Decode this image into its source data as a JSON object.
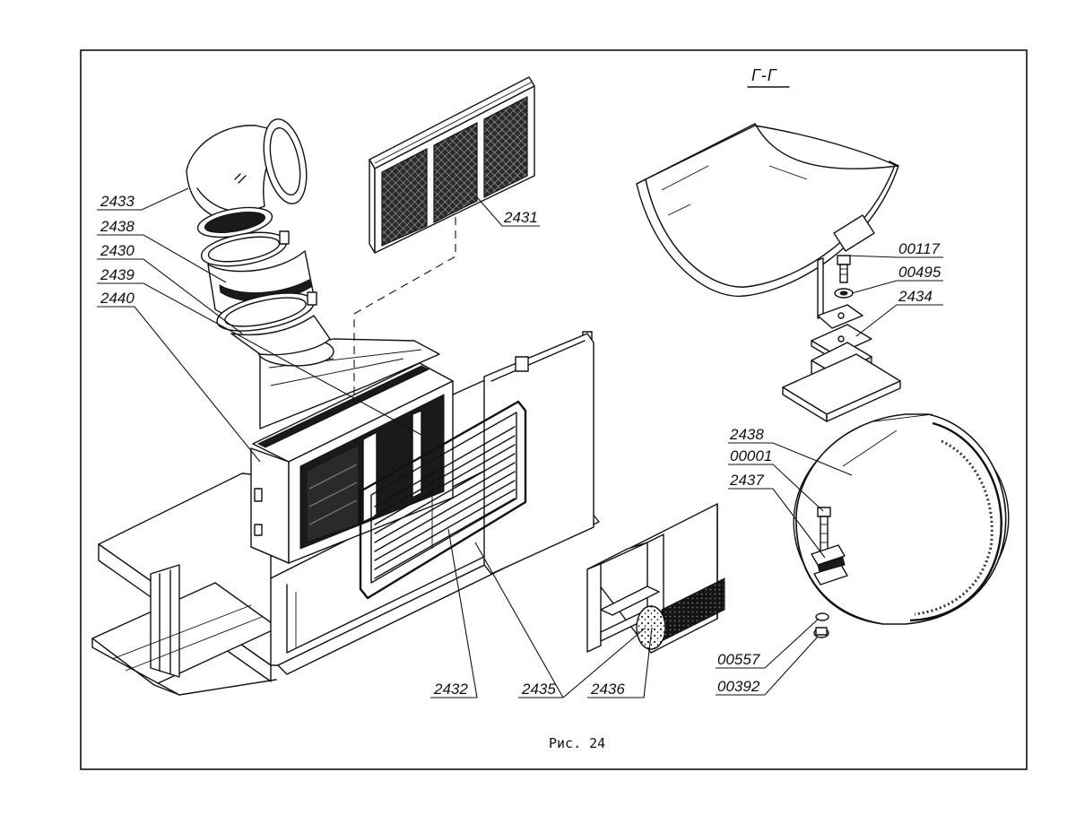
{
  "figure": {
    "caption": "Рис. 24",
    "section_label": "Г-Г"
  },
  "callouts": {
    "c2431": "2431",
    "c2432": "2432",
    "c2433": "2433",
    "c2434": "2434",
    "c2435": "2435",
    "c2436": "2436",
    "c2437": "2437",
    "c2438a": "2438",
    "c2438b": "2438",
    "c2430": "2430",
    "c2439": "2439",
    "c2440": "2440",
    "c00117": "00117",
    "c00495": "00495",
    "c00001": "00001",
    "c00557": "00557",
    "c00392": "00392"
  }
}
